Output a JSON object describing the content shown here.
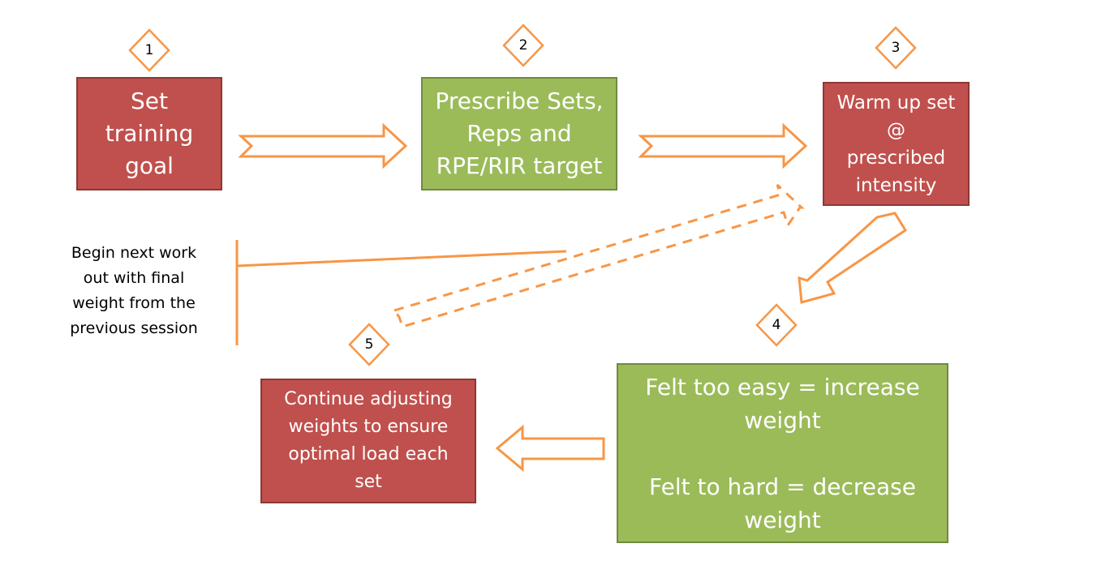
{
  "diagram": {
    "steps": [
      {
        "number": "1",
        "lines": [
          "Set",
          "training",
          "goal"
        ]
      },
      {
        "number": "2",
        "lines": [
          "Prescribe Sets,",
          "Reps and",
          "RPE/RIR target"
        ]
      },
      {
        "number": "3",
        "lines": [
          "Warm up set",
          "@",
          "prescribed",
          "intensity"
        ]
      },
      {
        "number": "4",
        "lines": [
          "Felt too easy = increase",
          "weight",
          "Felt to hard = decrease",
          "weight"
        ]
      },
      {
        "number": "5",
        "lines": [
          "Continue adjusting",
          "weights to ensure",
          "optimal load each",
          "set"
        ]
      }
    ],
    "note": {
      "lines": [
        "Begin next work",
        "out with final",
        "weight from the",
        "previous session"
      ]
    }
  },
  "colors": {
    "step_red": "#c0504d",
    "step_green": "#9bbb59",
    "arrow_orange": "#f79646",
    "text_white": "#ffffff"
  }
}
